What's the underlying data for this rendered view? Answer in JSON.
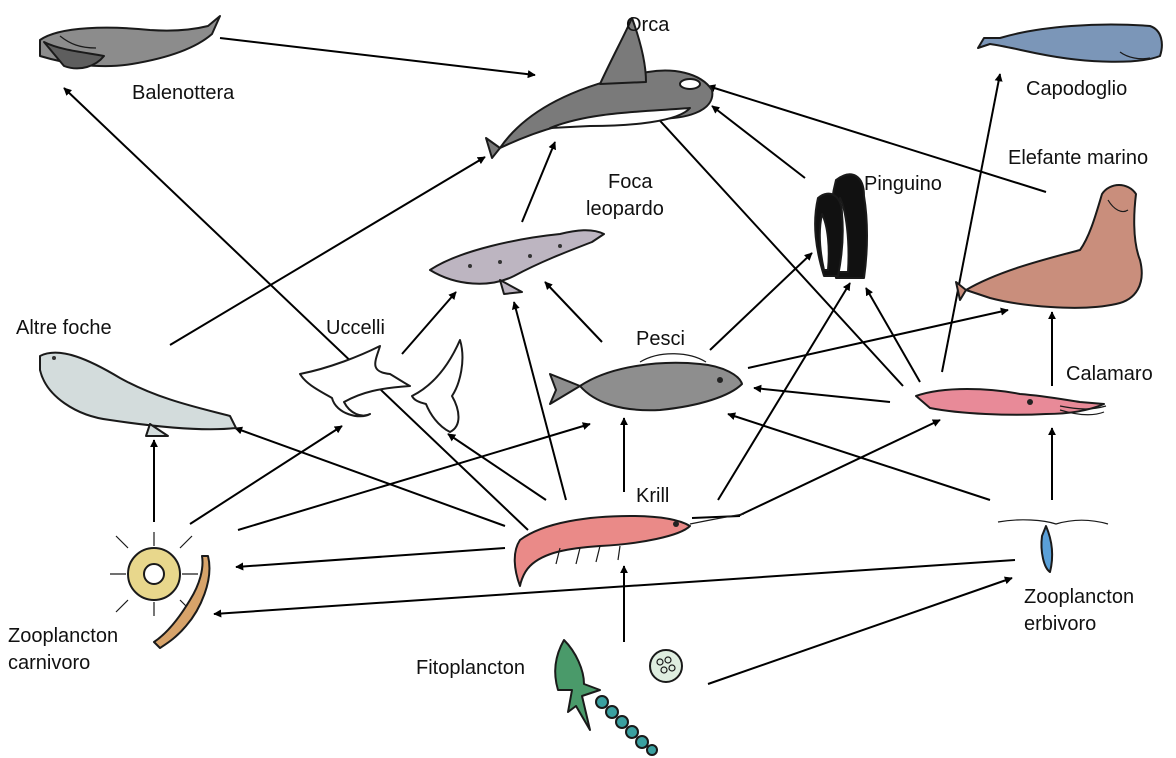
{
  "labels": {
    "orca": "Orca",
    "balenottera": "Balenottera",
    "capodoglio": "Capodoglio",
    "elefante": "Elefante marino",
    "pinguino": "Pinguino",
    "foca_1": "Foca",
    "foca_2": "leopardo",
    "altre_foche": "Altre foche",
    "uccelli": "Uccelli",
    "pesci": "Pesci",
    "calamaro": "Calamaro",
    "krill": "Krill",
    "zoo_carn_1": "Zooplancton",
    "zoo_carn_2": "carnivoro",
    "zoo_erb_1": "Zooplancton",
    "zoo_erb_2": "erbivoro",
    "fitoplancton": "Fitoplancton"
  },
  "colors": {
    "orca_body": "#7a7a7a",
    "orca_belly": "#ffffff",
    "balenottera": "#8c8c8c",
    "capodoglio": "#7b96b8",
    "elefante": "#c98e7c",
    "leopard_seal": "#bdb5c1",
    "other_seal": "#d3dcdc",
    "fish": "#8e8e8e",
    "squid": "#e88a98",
    "krill": "#ea8a88",
    "zoo_carn": "#e8d78c",
    "zoo_erb": "#5aa0d8",
    "phyto_green": "#4a9a6a",
    "phyto_teal": "#3aa0a0"
  },
  "icons": [
    "orca-icon",
    "balenottera-icon",
    "capodoglio-icon",
    "elefante-marino-icon",
    "pinguino-icon",
    "foca-leopardo-icon",
    "altre-foche-icon",
    "uccelli-icon",
    "pesci-icon",
    "calamaro-icon",
    "krill-icon",
    "zooplancton-carnivoro-icon",
    "zooplancton-erbivoro-icon",
    "fitoplancton-icon"
  ],
  "edges": [
    {
      "from": "Balenottera",
      "to": "Orca"
    },
    {
      "from": "Altre foche",
      "to": "Orca"
    },
    {
      "from": "Foca leopardo",
      "to": "Orca"
    },
    {
      "from": "Pinguino",
      "to": "Orca"
    },
    {
      "from": "Elefante marino",
      "to": "Orca"
    },
    {
      "from": "Calamaro",
      "to": "Orca"
    },
    {
      "from": "Calamaro",
      "to": "Capodoglio"
    },
    {
      "from": "Calamaro",
      "to": "Pinguino"
    },
    {
      "from": "Calamaro",
      "to": "Pesci"
    },
    {
      "from": "Calamaro",
      "to": "Elefante marino"
    },
    {
      "from": "Pesci",
      "to": "Foca leopardo"
    },
    {
      "from": "Pesci",
      "to": "Pinguino"
    },
    {
      "from": "Pesci",
      "to": "Elefante marino"
    },
    {
      "from": "Uccelli",
      "to": "Foca leopardo"
    },
    {
      "from": "Krill",
      "to": "Foca leopardo"
    },
    {
      "from": "Krill",
      "to": "Balenottera"
    },
    {
      "from": "Krill",
      "to": "Uccelli"
    },
    {
      "from": "Krill",
      "to": "Pesci"
    },
    {
      "from": "Krill",
      "to": "Altre foche"
    },
    {
      "from": "Krill",
      "to": "Pinguino"
    },
    {
      "from": "Krill",
      "to": "Calamaro"
    },
    {
      "from": "Krill",
      "to": "Zooplancton carnivoro"
    },
    {
      "from": "Zooplancton carnivoro",
      "to": "Altre foche"
    },
    {
      "from": "Zooplancton carnivoro",
      "to": "Uccelli"
    },
    {
      "from": "Zooplancton carnivoro",
      "to": "Pesci"
    },
    {
      "from": "Zooplancton erbivoro",
      "to": "Calamaro"
    },
    {
      "from": "Zooplancton erbivoro",
      "to": "Pesci"
    },
    {
      "from": "Zooplancton erbivoro",
      "to": "Zooplancton carnivoro"
    },
    {
      "from": "Fitoplancton",
      "to": "Krill"
    },
    {
      "from": "Fitoplancton",
      "to": "Zooplancton erbivoro"
    }
  ]
}
